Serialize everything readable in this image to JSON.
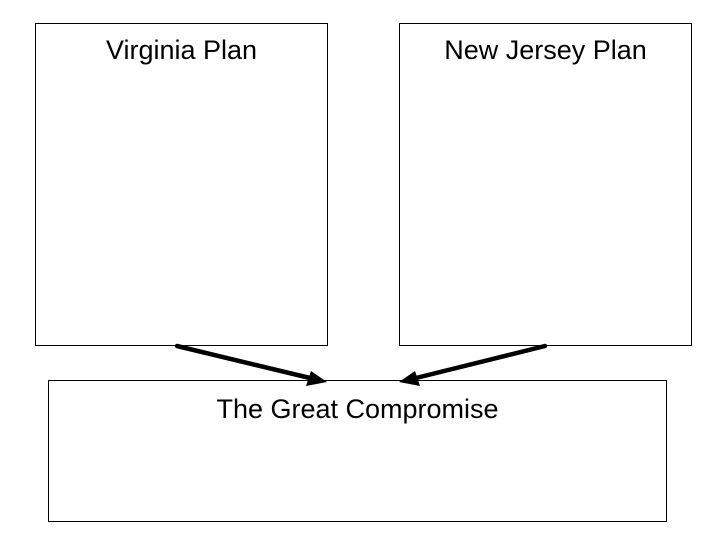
{
  "boxes": {
    "virginia": {
      "title": "Virginia Plan"
    },
    "new_jersey": {
      "title": "New Jersey Plan"
    },
    "compromise": {
      "title": "The Great Compromise"
    }
  },
  "colors": {
    "stroke": "#000000",
    "background": "#ffffff"
  }
}
